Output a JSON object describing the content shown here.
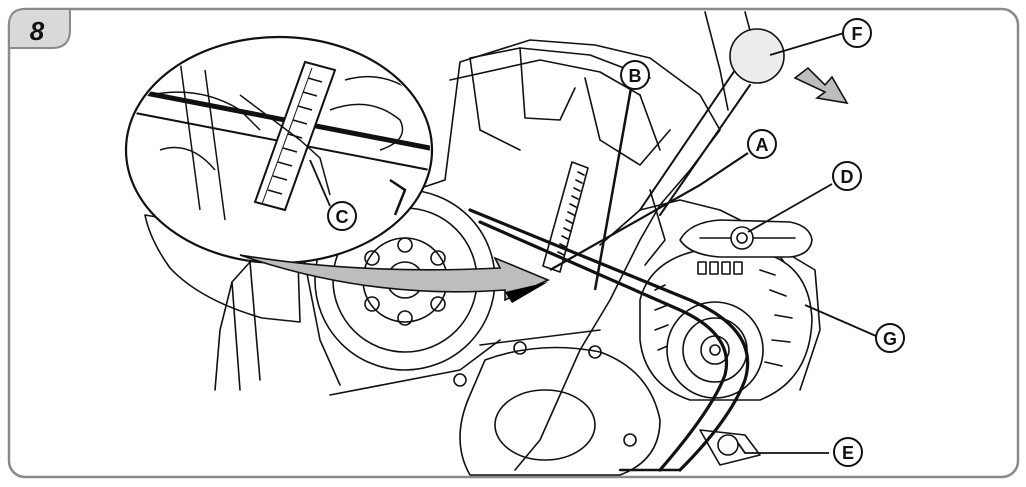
{
  "figure": {
    "number": "8",
    "callouts": {
      "A": "A",
      "B": "B",
      "C": "C",
      "D": "D",
      "E": "E",
      "F": "F",
      "G": "G"
    }
  },
  "colors": {
    "frame": "#8a8a8a",
    "badge_fill": "#d9d9d9",
    "ink": "#111111",
    "arrow_fill": "#bdbdbd",
    "arrow_shadow": "#000000"
  }
}
